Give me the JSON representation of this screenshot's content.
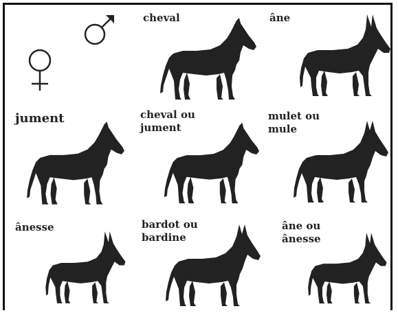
{
  "symbols": {
    "male": "male-symbol-icon",
    "female": "female-symbol-icon"
  },
  "cells": [
    {
      "key": "cheval",
      "label": "cheval",
      "animal": "horse-silhouette"
    },
    {
      "key": "ane",
      "label": "âne",
      "animal": "donkey-silhouette"
    },
    {
      "key": "jument",
      "label": "jument",
      "animal": "horse-silhouette"
    },
    {
      "key": "cheval-jument",
      "label": "cheval ou\njument",
      "animal": "horse-silhouette"
    },
    {
      "key": "mulet",
      "label": "mulet ou\nmule",
      "animal": "mule-silhouette"
    },
    {
      "key": "anesse",
      "label": "ânesse",
      "animal": "donkey-silhouette"
    },
    {
      "key": "bardot",
      "label": "bardot ou\nbardine",
      "animal": "hinny-silhouette"
    },
    {
      "key": "ane-anesse",
      "label": "âne ou\nânesse",
      "animal": "donkey-silhouette"
    }
  ],
  "colors": {
    "silhouette": "#222222",
    "frame": "#111111"
  }
}
